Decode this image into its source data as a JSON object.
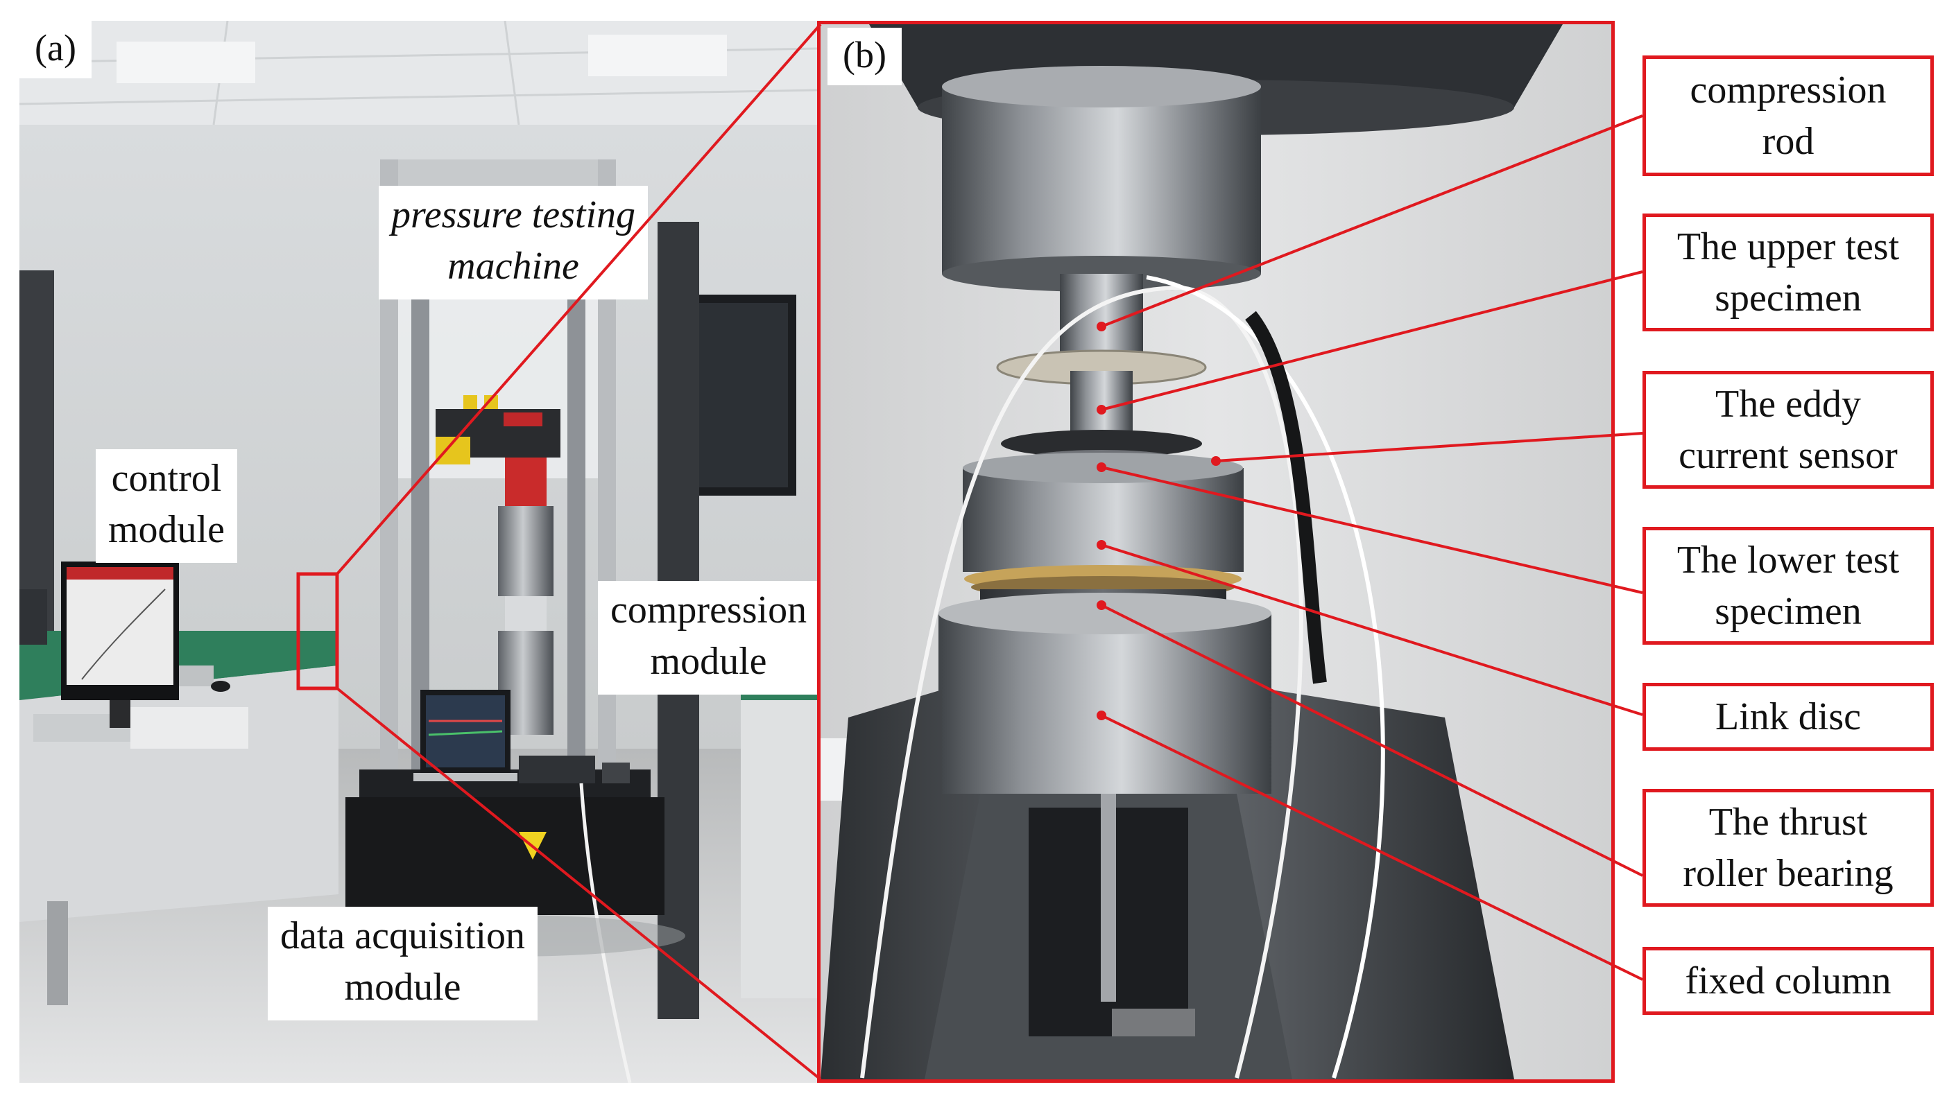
{
  "panels": {
    "a": {
      "letter": "(a)"
    },
    "b": {
      "letter": "(b)"
    }
  },
  "labels_a": {
    "pressure_line1": "pressure testing",
    "pressure_line2": "machine",
    "control_line1": "control",
    "control_line2": "module",
    "compression_line1": "compression",
    "compression_line2": "module",
    "daq_line1": "data acquisition",
    "daq_line2": "module"
  },
  "callouts_b": [
    {
      "line1": "compression",
      "line2": "rod"
    },
    {
      "line1": "The upper test",
      "line2": "specimen"
    },
    {
      "line1": "The eddy",
      "line2": "current sensor"
    },
    {
      "line1": "The lower test",
      "line2": "specimen"
    },
    {
      "line1": "Link disc",
      "line2": ""
    },
    {
      "line1": "The thrust",
      "line2": "roller bearing"
    },
    {
      "line1": "fixed column",
      "line2": ""
    }
  ],
  "colors": {
    "accent_red": "#e0191f",
    "bench_green": "#2f7f5c",
    "metal": "#8f9398"
  }
}
